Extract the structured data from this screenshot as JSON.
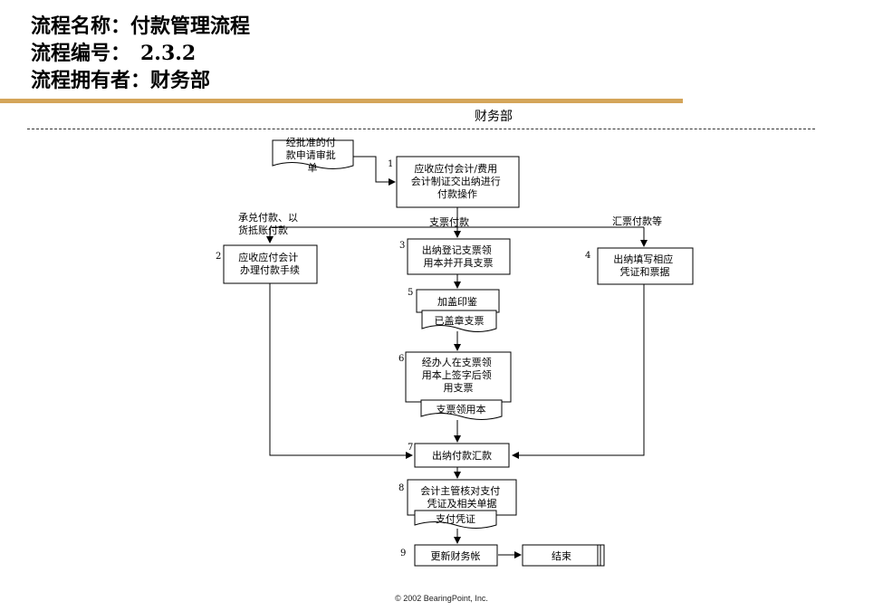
{
  "header": {
    "line1": "流程名称：付款管理流程",
    "line2": "流程编号：　2.3.2",
    "line3": "流程拥有者：财务部"
  },
  "department": "财务部",
  "doc_input": [
    "经批准的付",
    "款申请审批",
    "单"
  ],
  "steps": {
    "s1": {
      "num": "1",
      "lines": [
        "应收应付会计/费用",
        "会计制证交出纳进行",
        "付款操作"
      ]
    },
    "s2": {
      "num": "2",
      "lines": [
        "应收应付会计",
        "办理付款手续"
      ]
    },
    "s3": {
      "num": "3",
      "lines": [
        "出纳登记支票领",
        "用本并开具支票"
      ]
    },
    "s4": {
      "num": "4",
      "lines": [
        "出纳填写相应",
        "凭证和票据"
      ]
    },
    "s5": {
      "num": "5",
      "lines": [
        "加盖印鉴"
      ]
    },
    "s6": {
      "num": "6",
      "lines": [
        "经办人在支票领",
        "用本上签字后领",
        "用支票"
      ]
    },
    "s7": {
      "num": "7",
      "lines": [
        "出纳付款汇款"
      ]
    },
    "s8": {
      "num": "8",
      "lines": [
        "会计主管核对支付",
        "凭证及相关单据"
      ]
    },
    "s9": {
      "num": "9",
      "lines": [
        "更新财务帐"
      ]
    },
    "end": {
      "lines": [
        "结束"
      ]
    }
  },
  "docs": {
    "d5": "已盖章支票",
    "d6": "支票领用本",
    "d8": "支付凭证"
  },
  "branches": {
    "left": [
      "承兑付款、以",
      "货抵账付款"
    ],
    "middle": "支票付款",
    "right": "汇票付款等"
  },
  "footer": "© 2002 BearingPoint, Inc."
}
